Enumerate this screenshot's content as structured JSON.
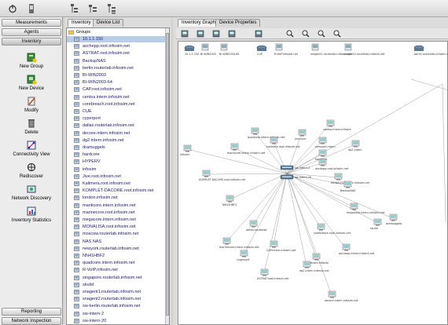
{
  "toolbar": {
    "buttons": [
      {
        "name": "power-icon"
      },
      {
        "name": "phone-icon"
      },
      {
        "name": "server-tree-icon"
      },
      {
        "name": "network-tree-icon"
      },
      {
        "name": "hierarchy-icon"
      }
    ]
  },
  "leftnav": {
    "measurements": "Measurements",
    "agents": "Agents",
    "inventory": "Inventory",
    "reporting": "Reporting",
    "network_inspection": "Network Inspection",
    "tools": [
      {
        "label": "New Group",
        "icon": "new-group-icon"
      },
      {
        "label": "New Device",
        "icon": "new-device-icon"
      },
      {
        "label": "Modify",
        "icon": "modify-icon"
      },
      {
        "label": "Delete",
        "icon": "delete-icon"
      },
      {
        "label": "Connectivity View",
        "icon": "connectivity-icon"
      },
      {
        "label": "Rediscover",
        "icon": "rediscover-icon"
      },
      {
        "label": "Network Discovery",
        "icon": "network-discovery-icon"
      },
      {
        "label": "Inventory Statistics",
        "icon": "statistics-icon"
      }
    ]
  },
  "midpanel": {
    "tabs": [
      "Inventory",
      "Device List"
    ],
    "root_label": "Groups",
    "items": [
      "10.1.1.150",
      "aschepp.root.infosim.net",
      "ASTRAT.root.infosim.net",
      "BackupNAS",
      "berlin.routerlab.infosim.net",
      "BI-WIN2003",
      "BI-WIN2003-64",
      "CAP.root.infosim.net",
      "centos.intern.infosim.net",
      "corebreach.root.infosim.net",
      "CUE",
      "cyperport",
      "dallas.routerlab.infosim.net",
      "decore.intern.infosim.net",
      "dg2.intern.infosim.net",
      "dramuggels",
      "hardcore",
      "HYPERV",
      "infosim",
      "Jive.root.infosim.net",
      "Kalimera.root.infosim.net",
      "KOMPLET-DACORE.root.infosim.net",
      "london.infosim.net",
      "manticore.intern.infosim.net",
      "marinecore.root.infosim.net",
      "megacore.intern.infosim.net",
      "MONALISA.root.infosim.net",
      "moscow.routerlab.infosim.net",
      "NAS NAS",
      "newyork.routerlab.infosim.net",
      "NN41HBF2",
      "quadcore.intern.infosim.net",
      "R-VoIP.infosim.net",
      "singapore.routerlab.infosim.net",
      "skulid",
      "snagent1.routerlab.infosim.net",
      "snagent2.routerlab.infosim.net",
      "sw-berlin.routerlab.infosim.net",
      "sw-intern-2",
      "sw-intern-20"
    ]
  },
  "rightpanel": {
    "tabs": [
      "Inventory Graph",
      "Device Properties"
    ],
    "tools": [
      {
        "name": "save-graph-icon"
      },
      {
        "name": "edit-graph-icon"
      },
      {
        "name": "export-graph-icon"
      },
      {
        "name": "layout-icon"
      },
      {
        "name": "connect-icon"
      },
      {
        "name": "zoom-out-icon"
      },
      {
        "name": "zoom-in-icon"
      },
      {
        "name": "zoom-fit-icon"
      },
      {
        "name": "zoom-reset-icon"
      }
    ],
    "graph": {
      "top_row": [
        "10.1.1.150",
        "BI-WIN2003",
        "BI-WIN2003-64",
        "CUE",
        "R-VoIP.infosim.net",
        "snagent1.routerlab.infosim.net",
        "snagent2.routerlab.infosim.net",
        "berlin.routerlab.infosim.net"
      ],
      "hub_labels": [
        "sw-intern-2",
        "sw-intern-20"
      ],
      "nodes": [
        "Jive.root",
        "centos.intern.infosim",
        "quadcore.intern.infosim.net",
        "kalimera.root.infosim.net",
        "newyork.intern",
        "infosim",
        "manticore.intern.infosim.net",
        "dg2.intern",
        "hardcore",
        "aschepp.root.infosim.net",
        "KOMPLET-DACORE.root.infosim.net",
        "MONALISA.intern.infosim.net",
        "BackupNAS",
        "NN41HBF2",
        "megacore.intern.infosim.net",
        "corebreach.root.infosim.net",
        "dramuggels",
        "skulid",
        "dallas.routerlab",
        "marinecore.intern.infosim.net",
        "CAP.intern.infosim.net",
        "decore.infosim",
        "cyperport",
        "aschepp.intern.infosim.net",
        "ASTRAT.root.infosim.net",
        "dg2.intern.infosim.net",
        "decore.intern.infosim.net"
      ]
    }
  }
}
